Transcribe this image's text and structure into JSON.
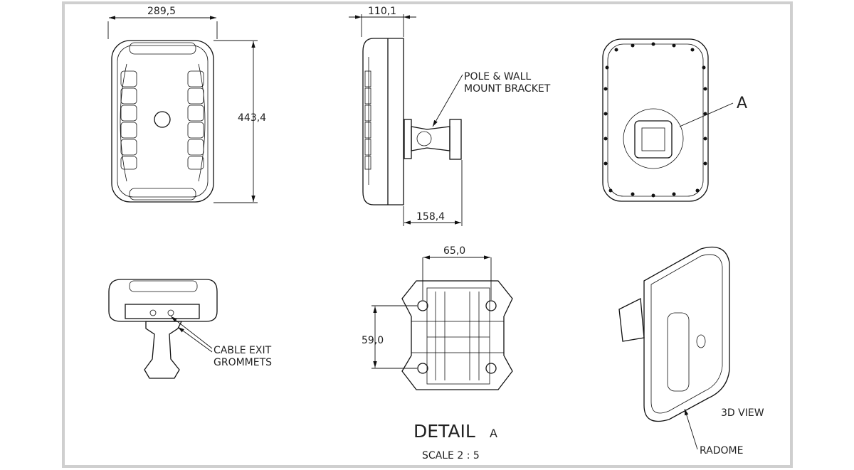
{
  "drawing": {
    "dimensions": {
      "front_width": "289,5",
      "front_height": "443,4",
      "side_depth": "110,1",
      "bracket_depth": "158,4",
      "detail_width": "65,0",
      "detail_height": "59,0"
    },
    "callouts": {
      "bracket_line1": "POLE & WALL",
      "bracket_line2": "MOUNT BRACKET",
      "detail_ref": "A",
      "cable_line1": "CABLE EXIT",
      "cable_line2": "GROMMETS",
      "view_3d": "3D VIEW",
      "radome": "RADOME"
    },
    "detail": {
      "title": "DETAIL",
      "letter": "A",
      "scale": "SCALE 2 : 5"
    }
  }
}
